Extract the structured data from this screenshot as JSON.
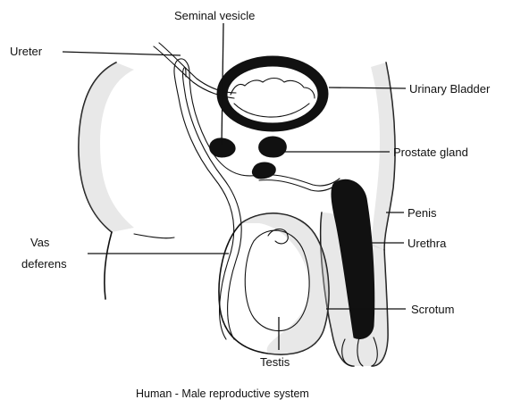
{
  "diagram": {
    "labels": {
      "seminal_vesicle": "Seminal vesicle",
      "ureter": "Ureter",
      "urinary_bladder": "Urinary Bladder",
      "prostate_gland": "Prostate gland",
      "penis": "Penis",
      "urethra": "Urethra",
      "vas_deferens_line1": "Vas",
      "vas_deferens_line2": "deferens",
      "scrotum": "Scrotum",
      "testis": "Testis"
    },
    "caption": "Human - Male reproductive system"
  },
  "colors": {
    "ink": "#111111",
    "shading": "#bdbdbd",
    "background": "#ffffff"
  }
}
